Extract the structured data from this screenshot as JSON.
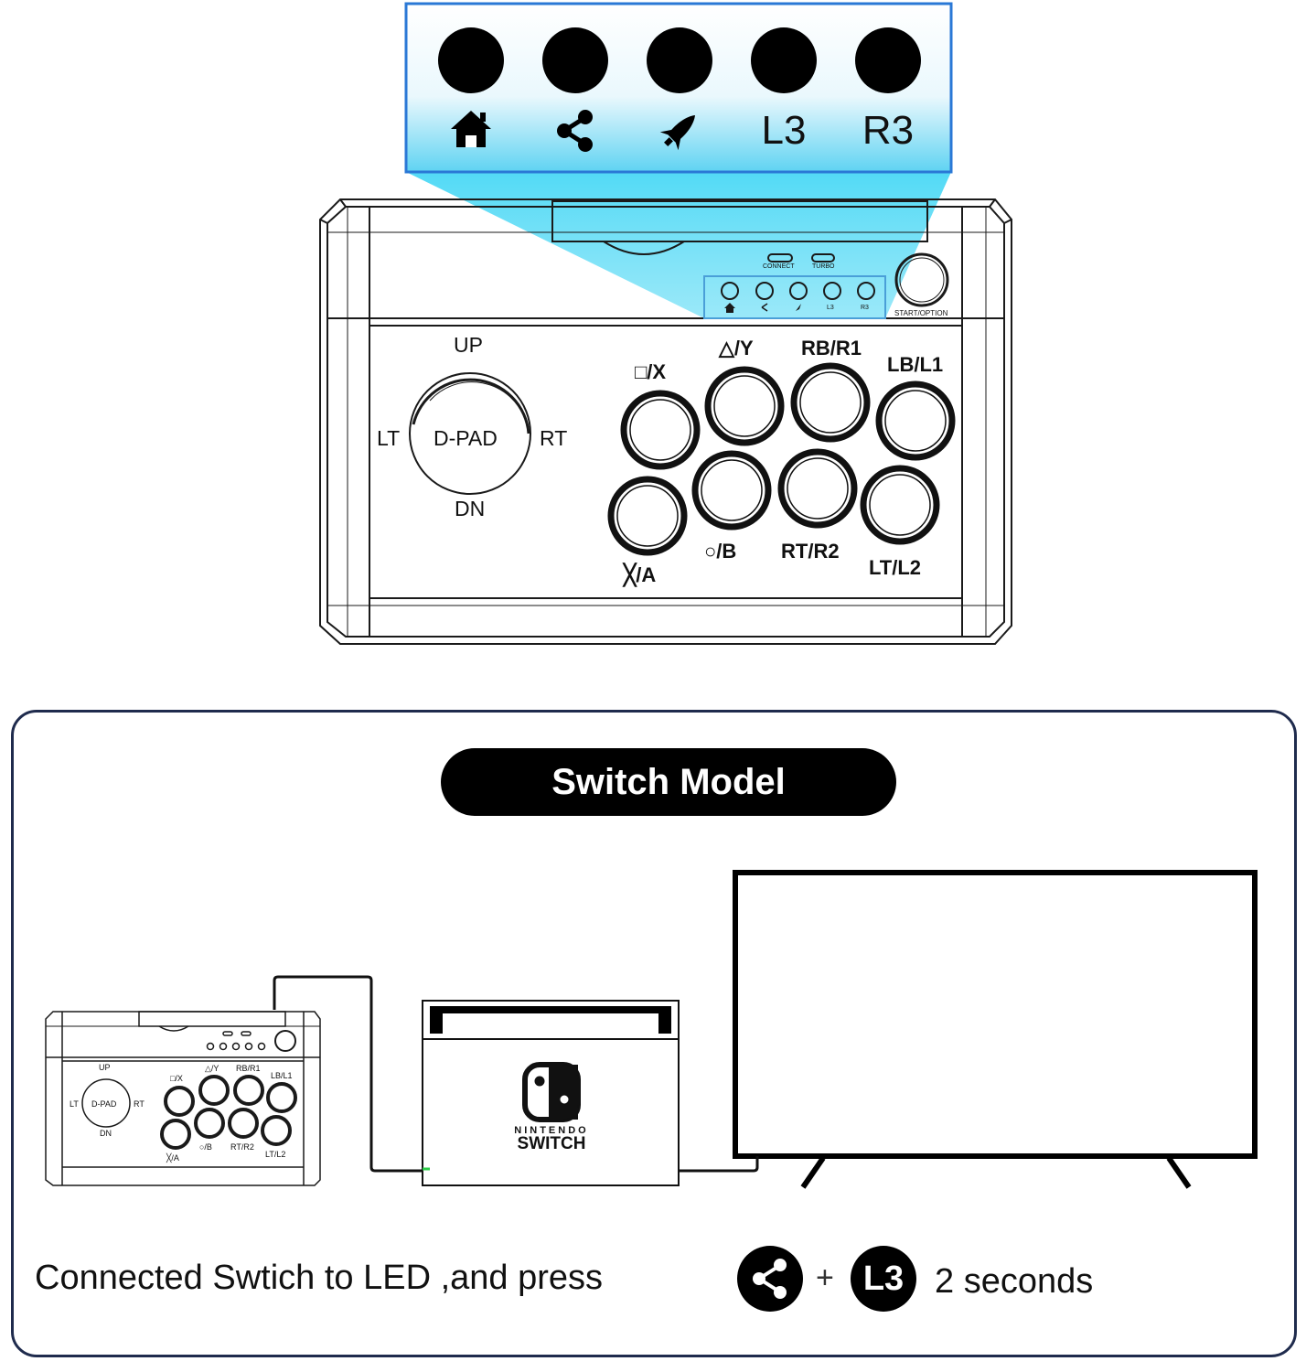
{
  "callout": {
    "labels": [
      "L3",
      "R3"
    ],
    "icons": [
      "home-icon",
      "share-icon",
      "rocket-icon"
    ]
  },
  "stick": {
    "connect": "CONNECT",
    "turbo": "TURBO",
    "start_option": "START/OPTION",
    "mini_l3": "L3",
    "mini_r3": "R3",
    "dpad": {
      "up": "UP",
      "down": "DN",
      "left": "LT",
      "right": "RT",
      "center": "D-PAD"
    },
    "buttons": {
      "sq_x": "□/X",
      "tri_y": "△/Y",
      "rb_r1": "RB/R1",
      "lb_l1": "LB/L1",
      "x_a": "╳/A",
      "o_b": "○/B",
      "rt_r2": "RT/R2",
      "lt_l2": "LT/L2"
    }
  },
  "panel": {
    "title": "Switch Model",
    "switch_brand_top": "NINTENDO",
    "switch_brand_bottom": "SWITCH",
    "instruction_prefix": "Connected Swtich to LED ,and press",
    "plus": "+",
    "badge_l3": "L3",
    "instruction_suffix": "2 seconds"
  }
}
